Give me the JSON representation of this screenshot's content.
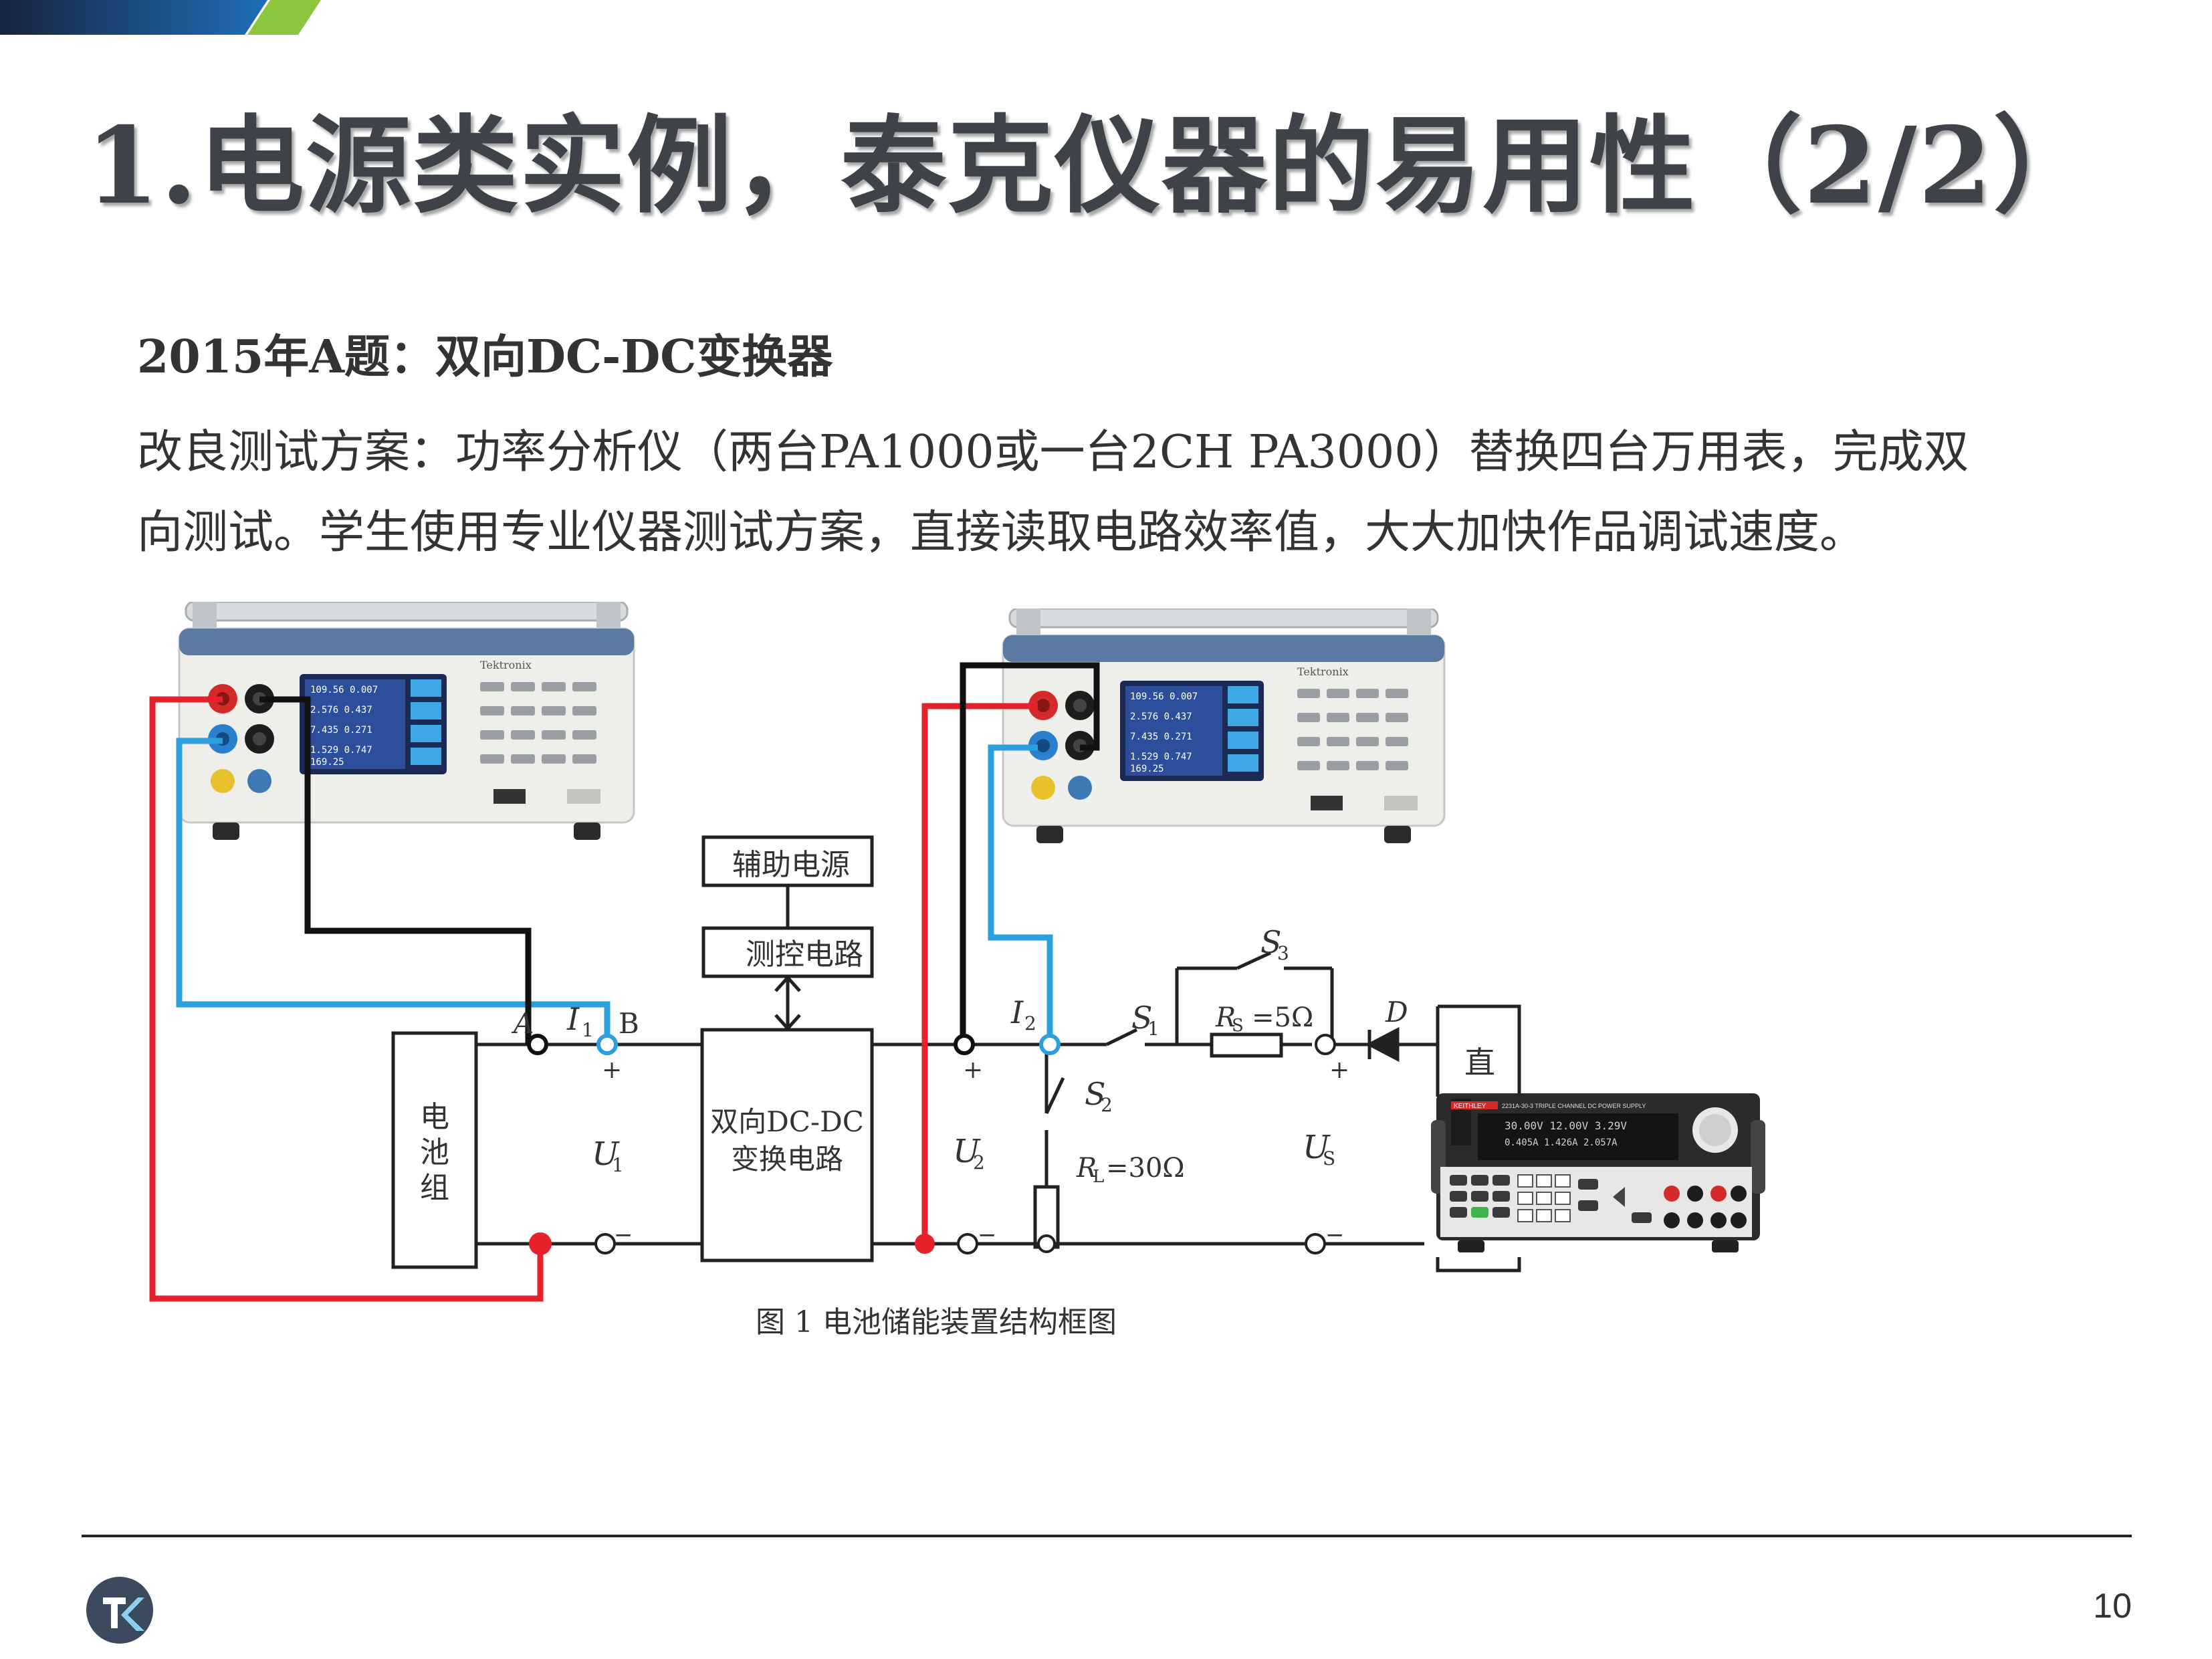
{
  "slide": {
    "title": "1.电源类实例，泰克仪器的易用性（2/2）",
    "subheading": "2015年A题：双向DC-DC变换器",
    "body_line1": "改良测试方案：功率分析仪（两台PA1000或一台2CH PA3000）替换四台万用表，完成双",
    "body_line2": "向测试。学生使用专业仪器测试方案，直接读取电路效率值，大大加快作品调试速度。",
    "page_number": "10"
  },
  "colors": {
    "accent_blue": "#1a5fa8",
    "accent_green": "#8cc63f",
    "wire_red": "#e3222b",
    "wire_blue": "#2a9fdc",
    "wire_black": "#111111",
    "title_gray": "#3e4249"
  },
  "diagram": {
    "aux_power": "辅助电源",
    "measure_ctrl": "测控电路",
    "battery": [
      "电",
      "池",
      "组"
    ],
    "converter_l1": "双向DC-DC",
    "converter_l2": "变换电路",
    "label_A": "A",
    "label_B": "B",
    "label_I1": "I",
    "label_I1_sub": "1",
    "label_I2": "I",
    "label_I2_sub": "2",
    "label_U1": "U",
    "label_U1_sub": "1",
    "label_U2": "U",
    "label_U2_sub": "2",
    "label_Us": "U",
    "label_Us_sub": "S",
    "label_S1": "S",
    "label_S1_sub": "1",
    "label_S2": "S",
    "label_S2_sub": "2",
    "label_S3": "S",
    "label_S3_sub": "3",
    "label_Rs": "R",
    "label_Rs_sub": "S",
    "label_Rs_val": "=5Ω",
    "label_RL": "R",
    "label_RL_sub": "L",
    "label_RL_val": "=30Ω",
    "label_D": "D",
    "plus": "+",
    "minus": "−",
    "dc_source": "直",
    "caption": "图 1    电池储能装置结构框图"
  },
  "instruments": {
    "analyzer_brand": "Tektronix",
    "psu_brand": "KEITHLEY",
    "psu_model": "2231A-30-3 TRIPLE CHANNEL DC POWER SUPPLY",
    "psu_readout_1": "30.00V  12.00V  3.29V",
    "psu_readout_2": "0.405A  1.426A  2.057A"
  }
}
